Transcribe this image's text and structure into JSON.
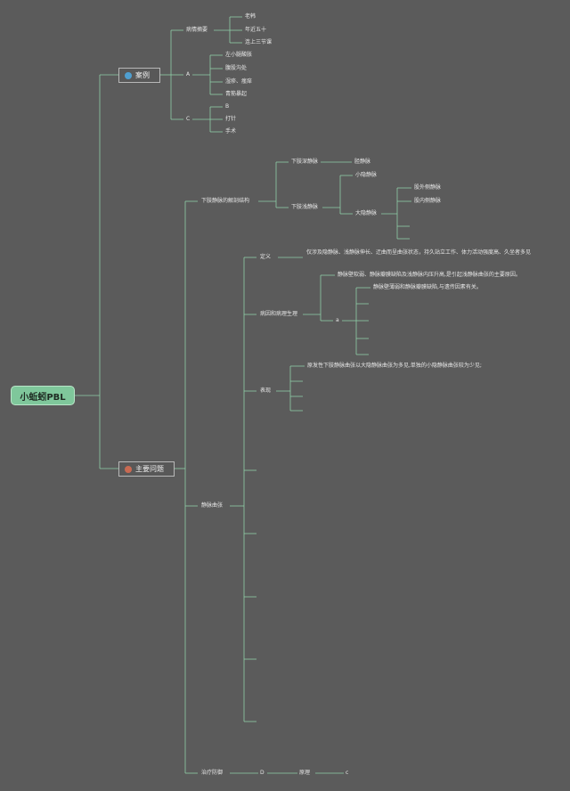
{
  "root": {
    "label": "小蚯蚓PBL"
  },
  "colors": {
    "background": "#5b5b5b",
    "line": "#8fcfa7",
    "root_fill": "#7fc79b",
    "case_icon": "#4f9fd0",
    "issue_icon": "#c96a52"
  },
  "case": {
    "label": "案例",
    "icon": "globe-icon",
    "history": {
      "label": "病情摘要",
      "items": [
        "老韩",
        "年近五十",
        "连上三节课"
      ]
    },
    "a": {
      "label": "A",
      "items": [
        "左小腿酸胀",
        "腹股沟处",
        "湿疹、瘙痒",
        "青筋暴起"
      ]
    },
    "c": {
      "label": "C",
      "items": [
        "B",
        "打针",
        "手术"
      ]
    }
  },
  "issues": {
    "label": "主要问题",
    "icon": "flag-icon",
    "anatomy": {
      "label": "下肢静脉的解剖结构",
      "deep": {
        "label": "下肢深静脉",
        "child": "胫静脉"
      },
      "superficial": {
        "label": "下肢浅静脉",
        "small": "小隐静脉",
        "great": {
          "label": "大隐静脉",
          "items": [
            "股外侧静脉",
            "股内侧静脉"
          ]
        }
      }
    },
    "varicose": {
      "label": "静脉曲张",
      "definition": {
        "label": "定义",
        "text": "仅涉及隐静脉、浅静脉伸长、迂曲而呈曲张状态，持久站立工作、体力活动强度高、久坐者多见"
      },
      "etiology": {
        "label": "病因和病理生理",
        "text1": "静脉壁软弱、静脉瓣膜缺陷及浅静脉内压升高,是引起浅静脉曲张的主要原因。",
        "sub": "a",
        "text2": "静脉壁薄弱和静脉瓣膜缺陷,与遗传因素有关。"
      },
      "presentation": {
        "label": "表现",
        "text": "原发性下肢静脉曲张以大隐静脉曲张为多见,单独的小隐静脉曲张较为少见;"
      }
    },
    "treatment": {
      "label": "治疗防御",
      "child": "D",
      "grandchild": "原理",
      "leaf": "c"
    }
  }
}
